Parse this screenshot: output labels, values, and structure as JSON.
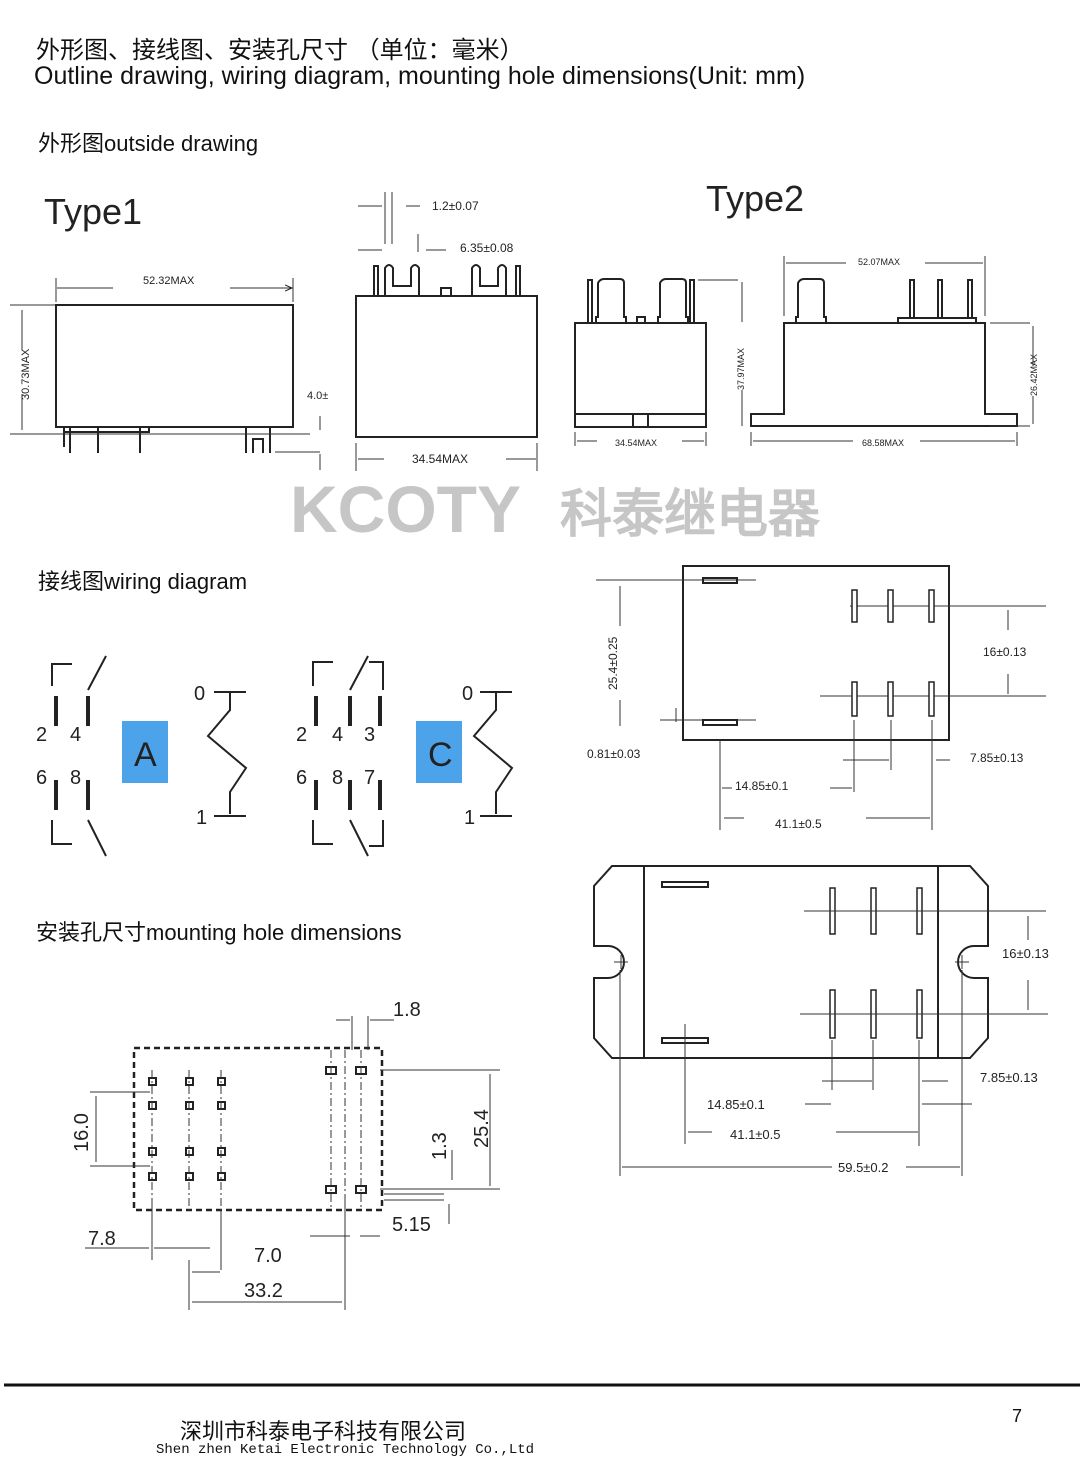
{
  "header": {
    "title_cn": "外形图、接线图、安装孔尺寸 （单位：毫米）",
    "title_en": "Outline drawing, wiring diagram, mounting hole dimensions(Unit: mm)"
  },
  "outside": {
    "heading": "外形图outside drawing",
    "type1": {
      "label": "Type1",
      "dims": {
        "length": "52.32MAX",
        "height": "30.73MAX",
        "pin": "4.0±",
        "pin_width": "1.2±0.07",
        "pin_spacing": "6.35±0.08",
        "width": "34.54MAX"
      }
    },
    "type2": {
      "label": "Type2",
      "dims": {
        "length": "52.07MAX",
        "total_height": "37.97MAX",
        "body_height": "26.42MAX",
        "width": "34.54MAX",
        "flange_length": "68.58MAX"
      }
    }
  },
  "wiring": {
    "heading": "接线图wiring diagram",
    "type_a": {
      "badge": "A",
      "pins": [
        "2",
        "4",
        "6",
        "8"
      ],
      "coil": [
        "0",
        "1"
      ]
    },
    "type_c": {
      "badge": "C",
      "pins": [
        "2",
        "4",
        "3",
        "6",
        "8",
        "7"
      ],
      "coil": [
        "0",
        "1"
      ]
    },
    "badge_color": "#4da3ea",
    "bottom_view_dims": {
      "v1": "25.4±0.25",
      "v2": "0.81±0.03",
      "v3": "16±0.13",
      "v4": "7.85±0.13",
      "h1": "14.85±0.1",
      "h2": "41.1±0.5"
    }
  },
  "watermark": {
    "en": "KCOTY",
    "cn": "科泰继电器"
  },
  "mounting": {
    "heading": "安装孔尺寸mounting hole dimensions",
    "dims": {
      "a": "1.8",
      "b": "16.0",
      "c": "25.4",
      "d": "1.3",
      "e": "5.15",
      "f": "7.8",
      "g": "7.0",
      "h": "33.2"
    },
    "flange_view_dims": {
      "v1": "16±0.13",
      "v2": "7.85±0.13",
      "h1": "14.85±0.1",
      "h2": "41.1±0.5",
      "h3": "59.5±0.2"
    }
  },
  "footer": {
    "company_cn": "深圳市科泰电子科技有限公司",
    "company_en": "Shen zhen Ketai Electronic Technology Co.,Ltd",
    "page": "7"
  }
}
